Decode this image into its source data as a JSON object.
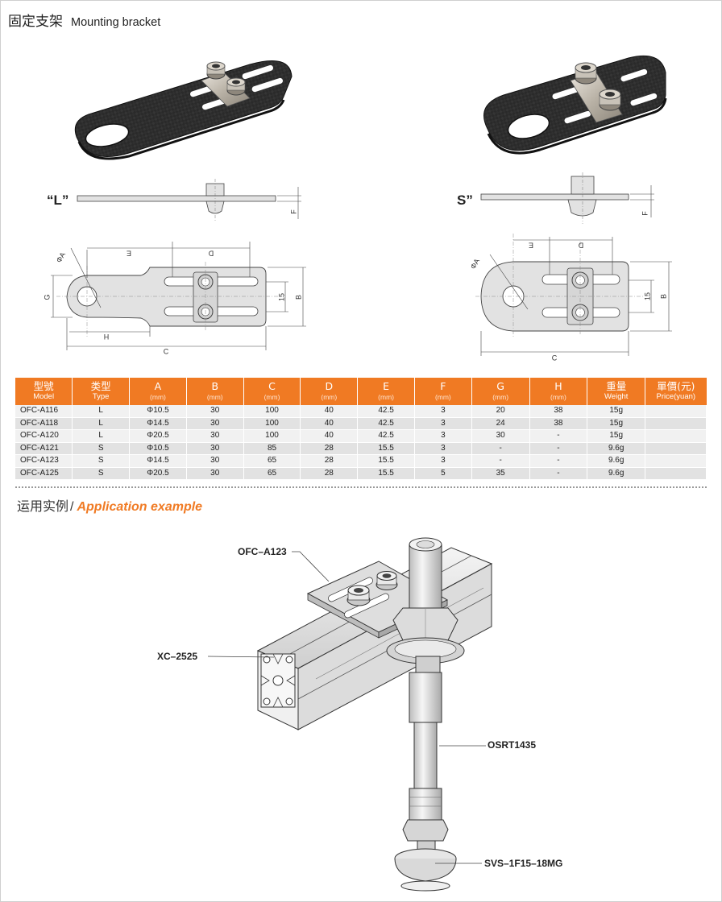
{
  "header": {
    "title_zh": "固定支架",
    "title_en": "Mounting bracket"
  },
  "drawings": {
    "left_type_label": "“L”",
    "right_type_label": "S”",
    "dims_left": {
      "A": "ΦA",
      "E": "E",
      "D": "D",
      "G": "G",
      "B": "B",
      "fifteen": "15",
      "H": "H",
      "C": "C",
      "F": "F"
    },
    "dims_right": {
      "A": "ΦA",
      "E": "E",
      "D": "D",
      "B": "B",
      "fifteen": "15",
      "C": "C",
      "F": "F"
    }
  },
  "table": {
    "headers": [
      {
        "zh": "型號",
        "en": "Model",
        "unit": ""
      },
      {
        "zh": "类型",
        "en": "Type",
        "unit": ""
      },
      {
        "zh": "A",
        "en": "",
        "unit": "(mm)"
      },
      {
        "zh": "B",
        "en": "",
        "unit": "(mm)"
      },
      {
        "zh": "C",
        "en": "",
        "unit": "(mm)"
      },
      {
        "zh": "D",
        "en": "",
        "unit": "(mm)"
      },
      {
        "zh": "E",
        "en": "",
        "unit": "(mm)"
      },
      {
        "zh": "F",
        "en": "",
        "unit": "(mm)"
      },
      {
        "zh": "G",
        "en": "",
        "unit": "(mm)"
      },
      {
        "zh": "H",
        "en": "",
        "unit": "(mm)"
      },
      {
        "zh": "重量",
        "en": "Weight",
        "unit": ""
      },
      {
        "zh": "單價(元)",
        "en": "Price(yuan)",
        "unit": ""
      }
    ],
    "rows": [
      [
        "OFC-A116",
        "L",
        "Φ10.5",
        "30",
        "100",
        "40",
        "42.5",
        "3",
        "20",
        "38",
        "15g",
        ""
      ],
      [
        "OFC-A118",
        "L",
        "Φ14.5",
        "30",
        "100",
        "40",
        "42.5",
        "3",
        "24",
        "38",
        "15g",
        ""
      ],
      [
        "OFC-A120",
        "L",
        "Φ20.5",
        "30",
        "100",
        "40",
        "42.5",
        "3",
        "30",
        "-",
        "15g",
        ""
      ],
      [
        "OFC-A121",
        "S",
        "Φ10.5",
        "30",
        "85",
        "28",
        "15.5",
        "3",
        "-",
        "-",
        "9.6g",
        ""
      ],
      [
        "OFC-A123",
        "S",
        "Φ14.5",
        "30",
        "65",
        "28",
        "15.5",
        "3",
        "-",
        "-",
        "9.6g",
        ""
      ],
      [
        "OFC-A125",
        "S",
        "Φ20.5",
        "30",
        "65",
        "28",
        "15.5",
        "5",
        "35",
        "-",
        "9.6g",
        ""
      ]
    ]
  },
  "application": {
    "title_zh": "运用实例",
    "separator": "/",
    "title_en": "Application example",
    "callouts": {
      "bracket": "OFC–A123",
      "profile": "XC–2525",
      "rod": "OSRT1435",
      "foot": "SVS–1F15–18MG"
    }
  },
  "colors": {
    "accent": "#f07a23",
    "row_light": "#f1f1f1",
    "row_dark": "#e2e2e2",
    "carbon": "#2b2b2b"
  }
}
